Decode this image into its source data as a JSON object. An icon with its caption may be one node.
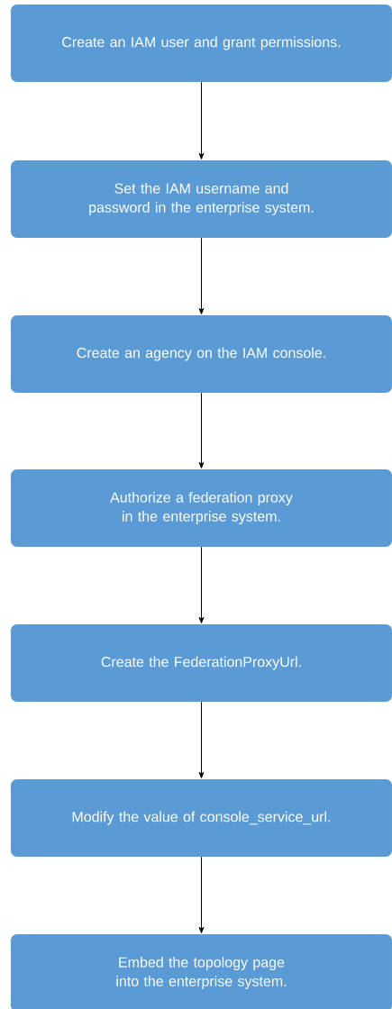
{
  "diagram": {
    "nodes": [
      {
        "text": [
          "Create an IAM user and grant permissions."
        ]
      },
      {
        "text": [
          "Set the IAM username and password in the enterprise system."
        ]
      },
      {
        "text": [
          "Create an agency on the IAM console."
        ]
      },
      {
        "text": [
          "Authorize a federation proxy in the enterprise system."
        ]
      },
      {
        "text": [
          "Create the FederationProxyUrl."
        ]
      },
      {
        "text": [
          "Modify the value of console_service_url."
        ]
      },
      {
        "text": [
          "Embed the topology page into the enterprise system."
        ]
      }
    ],
    "edges": [
      {
        "from": 0,
        "to": 1,
        "arrow": "to"
      },
      {
        "from": 1,
        "to": 2,
        "arrow": "to"
      },
      {
        "from": 2,
        "to": 3,
        "arrow": "to"
      },
      {
        "from": 3,
        "to": 4,
        "arrow": "to"
      },
      {
        "from": 4,
        "to": 5,
        "arrow": "to"
      },
      {
        "from": 5,
        "to": 6,
        "arrow": "to"
      }
    ]
  }
}
